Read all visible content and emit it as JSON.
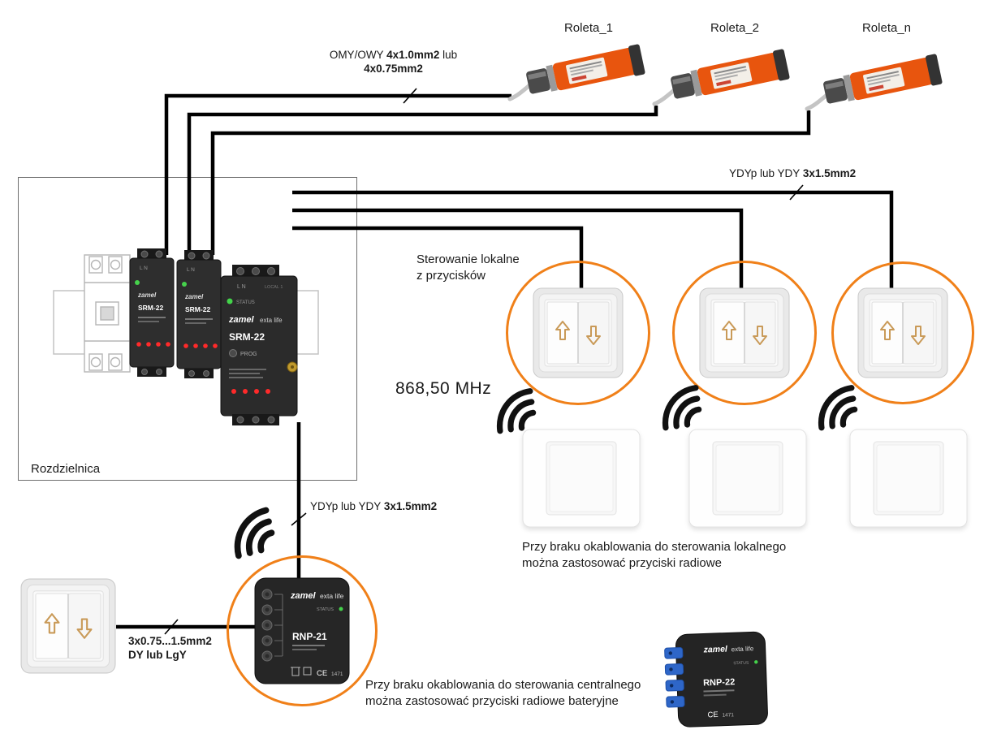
{
  "motors": [
    {
      "label": "Roleta_1"
    },
    {
      "label": "Roleta_2"
    },
    {
      "label": "Roleta_n"
    }
  ],
  "cables": {
    "top": {
      "p1": "OMY/OWY ",
      "p2": "4x1.0mm2",
      "p3": " lub",
      "line2": "4x0.75mm2"
    },
    "right": {
      "p1": "YDYp lub YDY ",
      "p2": "3x1.5mm2"
    },
    "center": {
      "p1": "YDYp lub YDY ",
      "p2": "3x1.5mm2"
    },
    "left": {
      "line1": "3x0.75...1.5mm2",
      "line2": "DY lub LgY"
    }
  },
  "texts": {
    "rozdzielnica": "Rozdzielnica",
    "local_control_line1": "Sterowanie lokalne",
    "local_control_line2": "z przycisków",
    "frequency": "868,50 MHz",
    "note_local_line1": "Przy braku okablowania do sterowania lokalnego",
    "note_local_line2": "można zastosować przyciski radiowe",
    "note_central_line1": "Przy braku okablowania do sterowania centralnego",
    "note_central_line2": "można zastosować przyciski radiowe bateryjne"
  },
  "devices": {
    "srm_small": {
      "brand": "zamel",
      "model": "SRM-22",
      "terminals": "L N"
    },
    "srm_large": {
      "brand": "zamel",
      "series": "exta life",
      "model": "SRM-22",
      "prog": "PROG",
      "status": "STATUS",
      "terminals": "L N",
      "local": "LOCAL 1"
    },
    "rnp21": {
      "brand": "zamel",
      "series": "exta life",
      "status": "STATUS",
      "model": "RNP-21",
      "ce": "CE",
      "cert": "1471"
    },
    "rnp22": {
      "brand": "zamel",
      "series": "exta life",
      "status": "STATUS",
      "model": "RNP-22",
      "ce": "CE",
      "cert": "1471"
    }
  },
  "colors": {
    "accent_orange": "#f08019",
    "motor_orange": "#e8550e",
    "wire_black": "#000000"
  }
}
